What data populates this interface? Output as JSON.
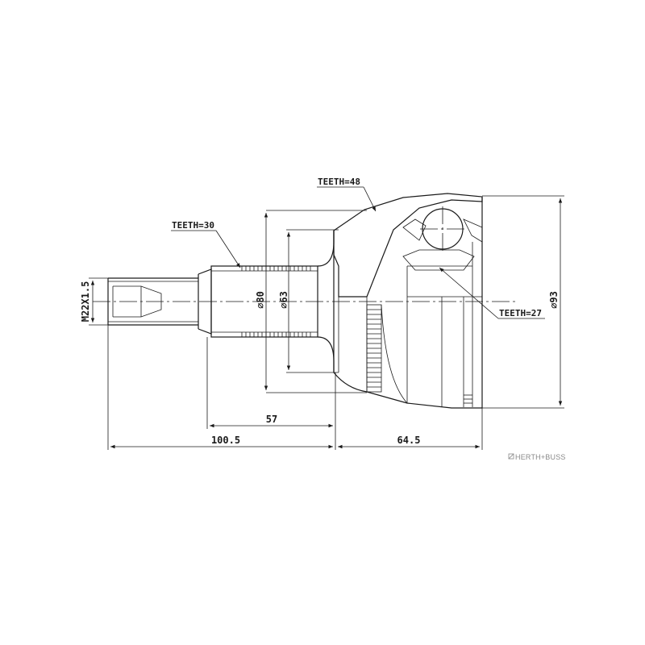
{
  "labels": {
    "thread": "M22X1.5",
    "teeth_outer": "TEETH=30",
    "teeth_abs": "TEETH=48",
    "teeth_inner": "TEETH=27",
    "dia_80": "⌀80",
    "dia_63": "⌀63",
    "dia_93": "⌀93",
    "len_57": "57",
    "len_100_5": "100.5",
    "len_64_5": "64.5"
  },
  "brand": {
    "text": "HERTH+BUSS"
  },
  "colors": {
    "line": "#1a1a1a",
    "background": "#ffffff",
    "brand": "#8a8a8a"
  }
}
